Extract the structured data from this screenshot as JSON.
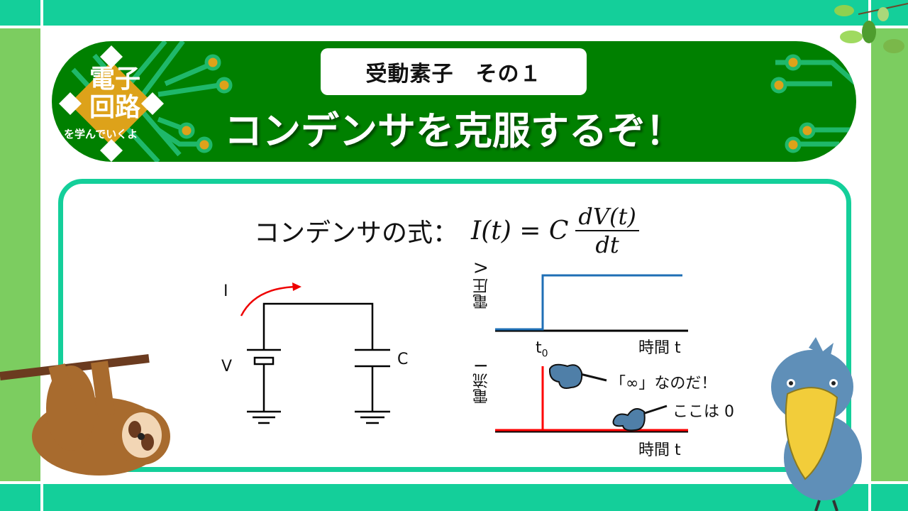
{
  "header": {
    "logo": {
      "line1": "電子",
      "line2": "回路",
      "tagline": "を学んでいくよ"
    },
    "subtitle": "受動素子　その１",
    "title": "コンデンサを克服するぞ！"
  },
  "formula": {
    "label": "コンデンサの式：",
    "lhs": "I(t) = C",
    "numerator": "dV(t)",
    "denominator": "dt"
  },
  "circuit": {
    "current_label": "I",
    "voltage_label": "V",
    "capacitor_label": "C"
  },
  "graphs": {
    "voltage": {
      "ylabel": "電圧 V",
      "xlabel": "時間 t",
      "t0_label": "t",
      "t0_sub": "0",
      "color": "#1f6fb5"
    },
    "current": {
      "ylabel": "電流 I",
      "xlabel": "時間 t",
      "color": "#ff0000",
      "annotation_inf": "「∞」なのだ！",
      "annotation_zero": "ここは 0"
    }
  },
  "colors": {
    "teal": "#14cf9a",
    "green": "#7ccd60",
    "banner": "#008000",
    "gold": "#dda21a"
  }
}
